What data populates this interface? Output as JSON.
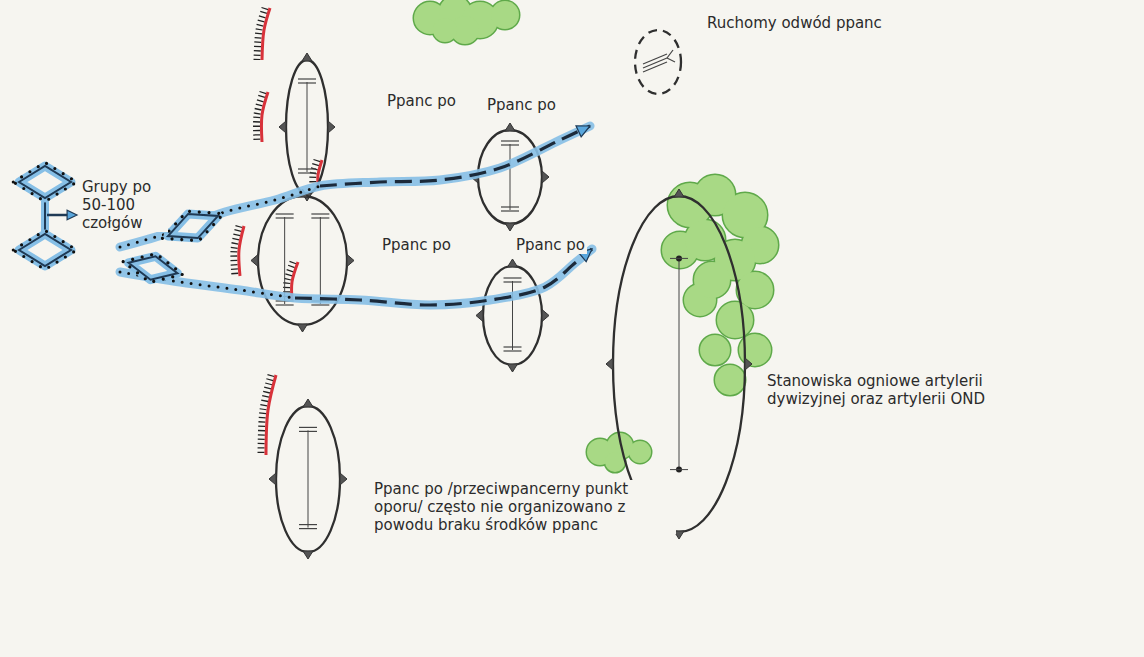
{
  "diagram": {
    "nodes": [
      {
        "text": [
          "Ppanc po"
        ]
      },
      {
        "text": [
          "Ppanc po"
        ]
      },
      {
        "text": [
          "Ppanc po"
        ]
      },
      {
        "text": [
          "Ppanc po"
        ]
      },
      {
        "text": [
          "Ppanc po /przeciwpancerny punkt oporu/ często nie organizowano z powodu braku środków ppanc"
        ]
      },
      {
        "text": [
          "Stanowiska ogniowe artylerii dywizyjnej oraz artylerii OND"
        ]
      },
      {
        "text": [
          "Ruchomy odwód ppanc"
        ]
      }
    ],
    "labels": [
      "Grupy po 50-100 czołgów"
    ]
  }
}
